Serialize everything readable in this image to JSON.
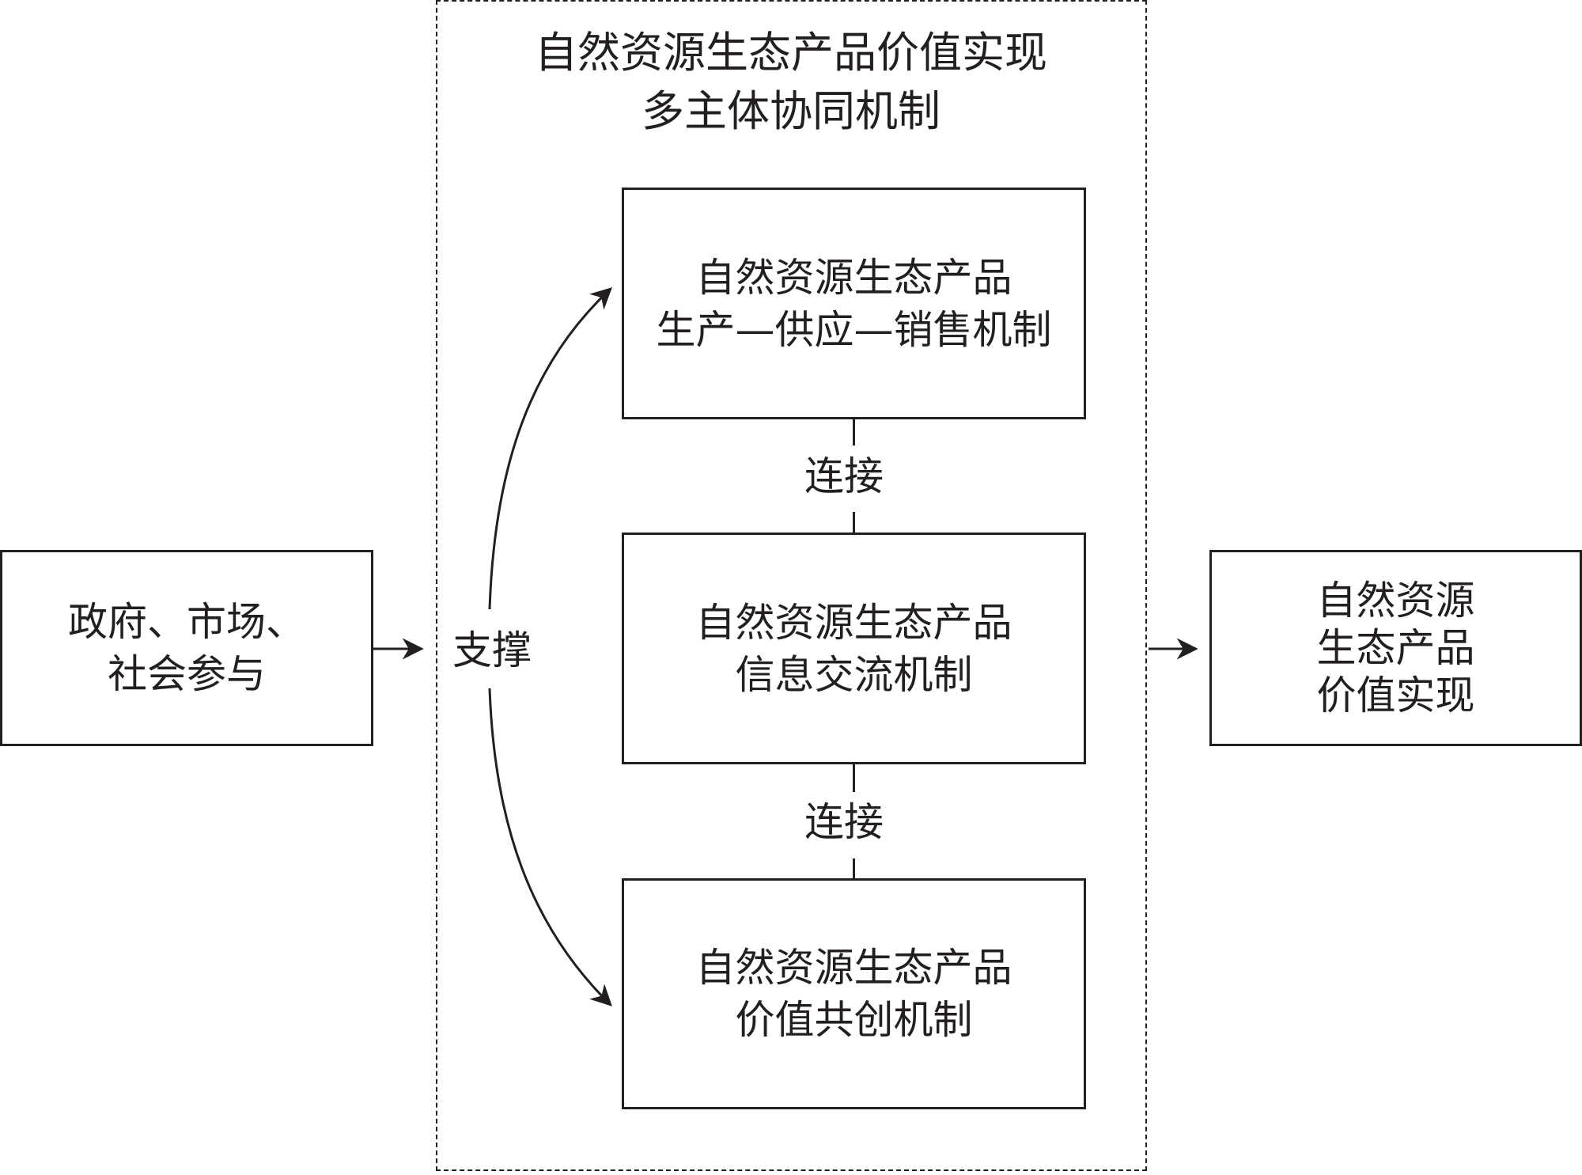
{
  "title": {
    "line1": "自然资源生态产品价值实现",
    "line2": "多主体协同机制"
  },
  "left_box": {
    "line1": "政府、市场、",
    "line2": "社会参与"
  },
  "right_box": {
    "line1": "自然资源",
    "line2": "生态产品",
    "line3": "价值实现"
  },
  "mechanisms": [
    {
      "line1": "自然资源生态产品",
      "line2": "生产—供应—销售机制"
    },
    {
      "line1": "自然资源生态产品",
      "line2": "信息交流机制"
    },
    {
      "line1": "自然资源生态产品",
      "line2": "价值共创机制"
    }
  ],
  "connect_labels": [
    "连接",
    "连接"
  ],
  "support_label": "支撑",
  "colors": {
    "stroke": "#231f20",
    "background": "#ffffff"
  }
}
